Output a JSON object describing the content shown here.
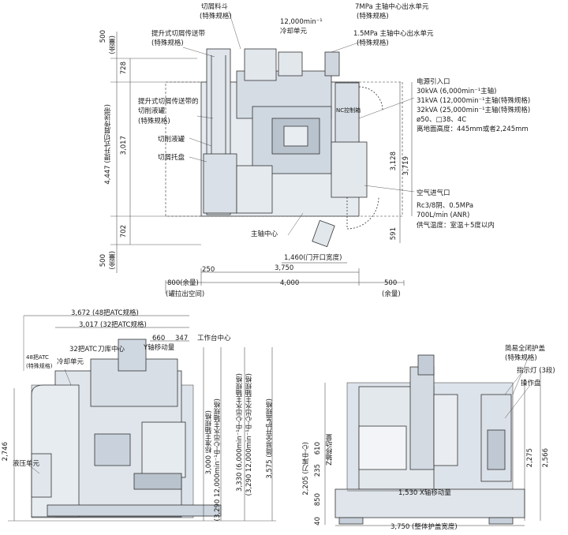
{
  "top_view": {
    "labels": {
      "chip_bucket": "切屑料斗",
      "chip_bucket_spec": "(特殊规格)",
      "spindle_12000": "12,000min⁻¹",
      "coolant_unit": "冷却单元",
      "thru_7mpa": "7MPa 主轴中心出水单元",
      "thru_7mpa_spec": "(特殊规格)",
      "thru_15mpa": "1.5MPa 主轴中心出水单元",
      "thru_15mpa_spec": "(特殊规格)",
      "lift_conveyor": "提升式切屑传送带",
      "lift_conveyor_spec": "(特殊规格)",
      "conveyor_tank_1": "提升式切屑传送带的",
      "conveyor_tank_2": "切削液罐",
      "conveyor_tank_spec": "(特殊规格)",
      "coolant_tank": "切削液罐",
      "chip_tray": "切屑托盘",
      "spindle_center": "主轴中心",
      "nc_panel": "NC控制箱",
      "power_title": "电源引入口",
      "power_1": "30kVA (6,000min⁻¹主轴)",
      "power_2": "31kVA (12,000min⁻¹主轴(特殊规格)",
      "power_3": "32kVA (25,000min⁻¹主轴(特殊规格)",
      "power_4": "ø50、□38、4C",
      "power_5": "离地面高度：445mm或者2,245mm",
      "air_title": "空气进气口",
      "air_1": "Rc3/8阴、0.5MPa",
      "air_2": "700L/min (ANR)",
      "air_3": "供气温度：室温＋5度以内"
    },
    "dims": {
      "d500_top": "500",
      "d500_top_note": "(余量)",
      "d728": "728",
      "d3017": "3,017",
      "d4447": "4,447 (提升式切屑传送带)",
      "d702": "702",
      "d500_bot": "500",
      "d500_bot_note": "(余量)",
      "d3128": "3,128",
      "d3719": "3,719",
      "d591": "591",
      "d1460": "1,460(门开口宽度)",
      "d250": "250",
      "d3750": "3,750",
      "d800": "800(余量)",
      "d800_note": "(罐拉出空间)",
      "d4000": "4,000",
      "d500_right": "500",
      "d500_right_note": "(余量)"
    }
  },
  "front_view": {
    "labels": {
      "atc48": "48把ATC",
      "atc48_spec": "(特殊规格)",
      "atc32": "32把ATC",
      "magazine_center": "刀库中心",
      "coolant_unit": "冷却单元",
      "y_travel": "Y轴移动量",
      "table_center": "工作台中心",
      "hydraulic": "液压单元"
    },
    "dims": {
      "d3672": "3,672 (48把ATC规格)",
      "d3017": "3,017 (32把ATC规格)",
      "d660": "660",
      "d347": "347",
      "d2746": "2,746",
      "v3000": "3,000 标准主轴规格)",
      "v3290": "(3,290 12,000min⁻¹中心出水主轴规格)",
      "v3330": "3,330 (6,000min⁻¹中心出水主轴规格)",
      "v3290b": "(3,290 12,000min⁻¹中心出水主轴规格)",
      "v3575": "3,575 (简易全开护盖规格)"
    }
  },
  "side_view": {
    "labels": {
      "enclosure": "简易全闭护盖",
      "enclosure_spec": "(特殊规格)",
      "lamp": "指示灯 (3段)",
      "op_panel": "操作盘"
    },
    "dims": {
      "x_travel": "1,530 X轴移动量",
      "width": "3,750 (整体护盖宽度)",
      "d2205": "2,205 (刀库中心)",
      "d610": "610",
      "d235": "235",
      "z_travel": "Z轴移动量",
      "d850": "850",
      "d40": "40",
      "d2275": "2,275",
      "d2566": "2,566"
    }
  }
}
